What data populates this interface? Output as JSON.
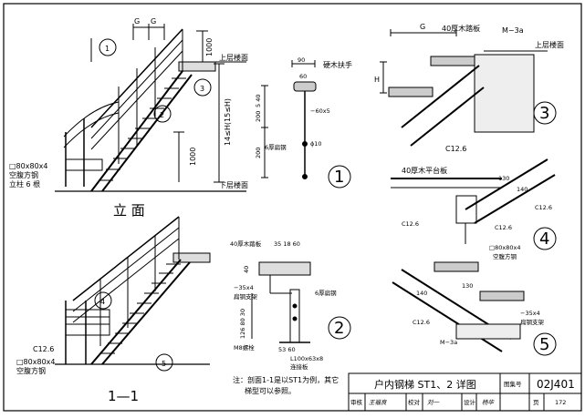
{
  "title_block": {
    "drawing_title": "户内钢梯 ST1、2 详图",
    "atlas_no_label": "图集号",
    "atlas_no": "02J401",
    "review_label": "审核",
    "review_name": "王福良",
    "check_label": "校对",
    "check_name": "刘一",
    "design_label": "设计",
    "design_name": "杨华",
    "page_label": "页",
    "page_no": "172"
  },
  "note": {
    "line1": "注：剖面1-1是以ST1为例，其它",
    "line2": "梯型可以参照。"
  },
  "elevation": {
    "caption": "立 面",
    "dim_G1": "G",
    "dim_G2": "G",
    "dim_1000_top": "1000",
    "dim_1000_bottom": "1000",
    "dim_height": "14≤H(15≤H)",
    "upper_floor": "上层楼面",
    "lower_floor": "下层楼面",
    "post_line1": "□80x80x4",
    "post_line2": "空腹方钢",
    "post_line3": "立柱 6 根",
    "callout_1": "1",
    "callout_2": "2",
    "callout_3": "3"
  },
  "section": {
    "caption": "1—1",
    "label_c126": "C12.6",
    "post_line1": "□80x80x4",
    "post_line2": "空腹方钢",
    "callout_4": "4",
    "callout_5": "5"
  },
  "detail1": {
    "number": "1",
    "dim_90": "90",
    "dim_60": "60",
    "dim_40": "5  40",
    "dim_200a": "200",
    "dim_200b": "200",
    "handrail": "硬木扶手",
    "flat_bar": "−60x5",
    "flat_steel": "6厚扁钢",
    "rod": "ϕ10"
  },
  "detail2": {
    "number": "2",
    "tread": "40厚木踏板",
    "dims_top": "35 18   60",
    "dim_40": "40",
    "flat": "−35x4",
    "bracket": "扁钢支架",
    "flat_steel": "6厚扁钢",
    "bolt": "M8螺栓",
    "angle_line1": "L100x63x8",
    "angle_line2": "连接板",
    "dims_bottom": "53  60",
    "dims_vert": "126  80  30"
  },
  "detail3": {
    "number": "3",
    "dim_G": "G",
    "dim_H": "H",
    "tread": "40厚木踏板",
    "anchor": "M−3a",
    "upper_floor": "上层楼面",
    "channel": "C12.6"
  },
  "detail4": {
    "number": "4",
    "platform": "40厚木平台板",
    "dim_130": "130",
    "dim_140": "140",
    "channel_a": "C12.6",
    "channel_b": "C12.6",
    "channel_c": "C12.6",
    "post_line1": "□80x80x4",
    "post_line2": "空腹方钢"
  },
  "detail5": {
    "number": "5",
    "dim_140": "140",
    "dim_130": "130",
    "flat": "−35x4",
    "bracket": "扁钢支架",
    "channel": "C12.6",
    "anchor": "M−3a"
  }
}
